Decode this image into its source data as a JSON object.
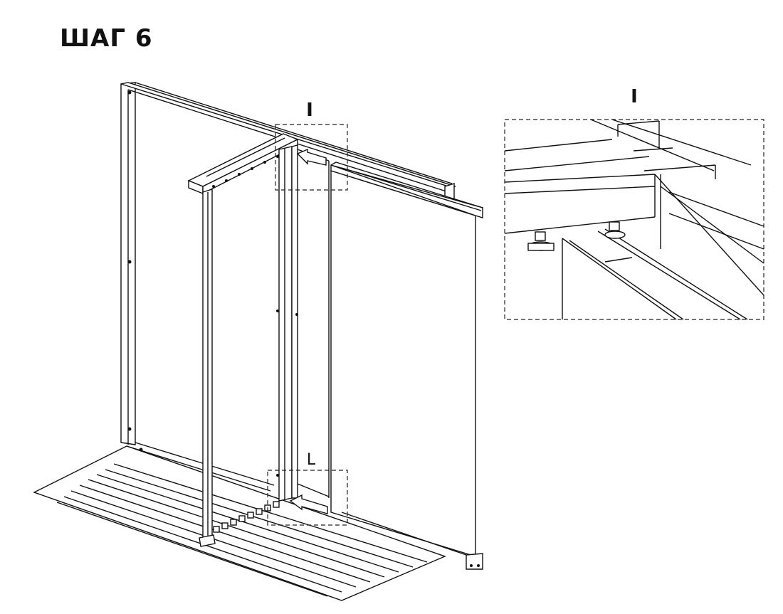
{
  "title": "ШАГ 6",
  "callouts": {
    "main_detail_marker": "I",
    "lower_marker": "L",
    "detail_view_title": "I"
  }
}
